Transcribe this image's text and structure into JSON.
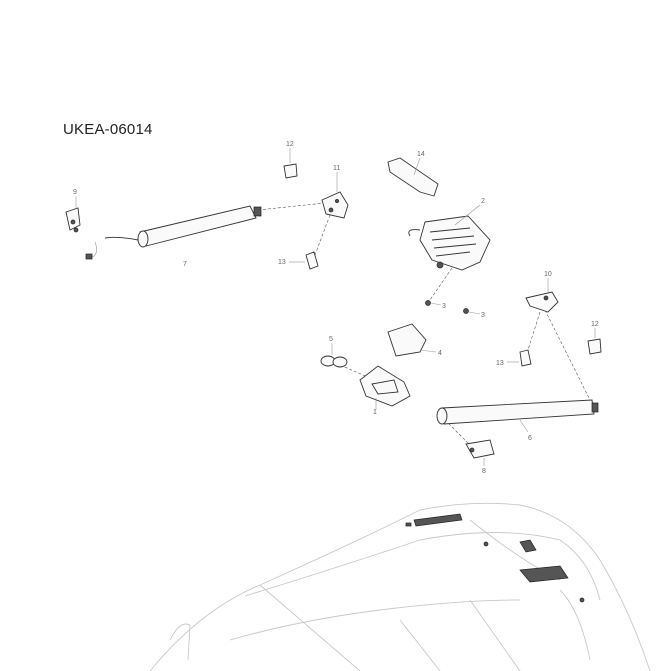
{
  "diagram": {
    "code": "UKEA-06014",
    "callouts": [
      "1",
      "2",
      "3",
      "3",
      "4",
      "5",
      "6",
      "7",
      "8",
      "9",
      "10",
      "11",
      "12",
      "12",
      "13",
      "13",
      "14"
    ]
  }
}
